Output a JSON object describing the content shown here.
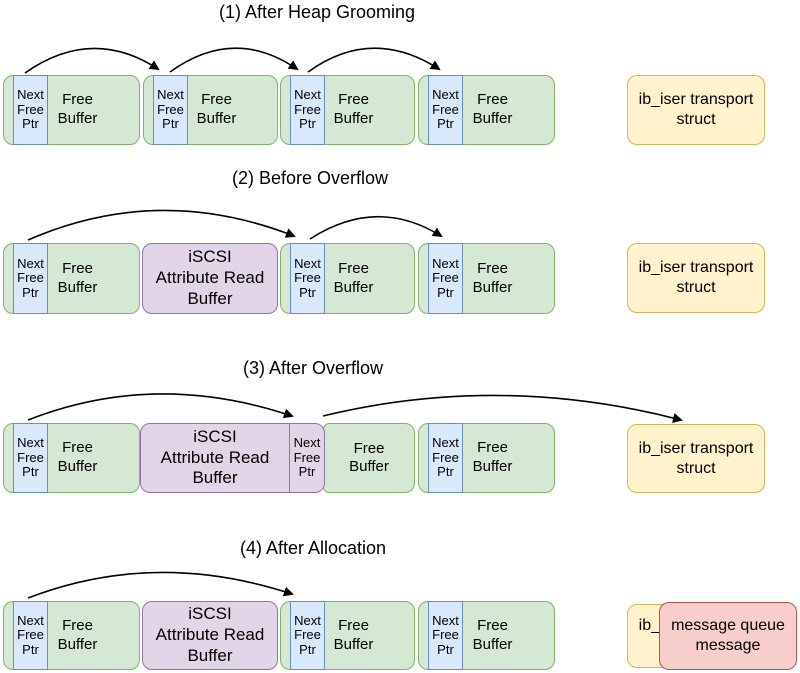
{
  "diagram": {
    "sections": [
      {
        "title": "(1) After Heap Grooming"
      },
      {
        "title": "(2) Before Overflow"
      },
      {
        "title": "(3) After Overflow"
      },
      {
        "title": "(4) After Allocation"
      }
    ],
    "labels": {
      "next_free_ptr": "Next\nFree\nPtr",
      "free_buffer": "Free\nBuffer",
      "iscsi_buffer": "iSCSI\nAttribute Read\nBuffer",
      "transport_struct": "ib_iser transport\nstruct",
      "message_queue": "message queue\nmessage"
    },
    "colors": {
      "background": "#ffffff",
      "free_buffer_fill": "#d5e8d4",
      "free_buffer_stroke": "#82b366",
      "ptr_fill": "#dae8fc",
      "ptr_stroke": "#6c8ebf",
      "iscsi_fill": "#e1d5e7",
      "iscsi_stroke": "#9673a6",
      "transport_fill": "#fff2cc",
      "transport_stroke": "#d6b656",
      "message_fill": "#f8cecc",
      "message_stroke": "#b85450",
      "arrow": "#000000",
      "text": "#000000"
    }
  }
}
